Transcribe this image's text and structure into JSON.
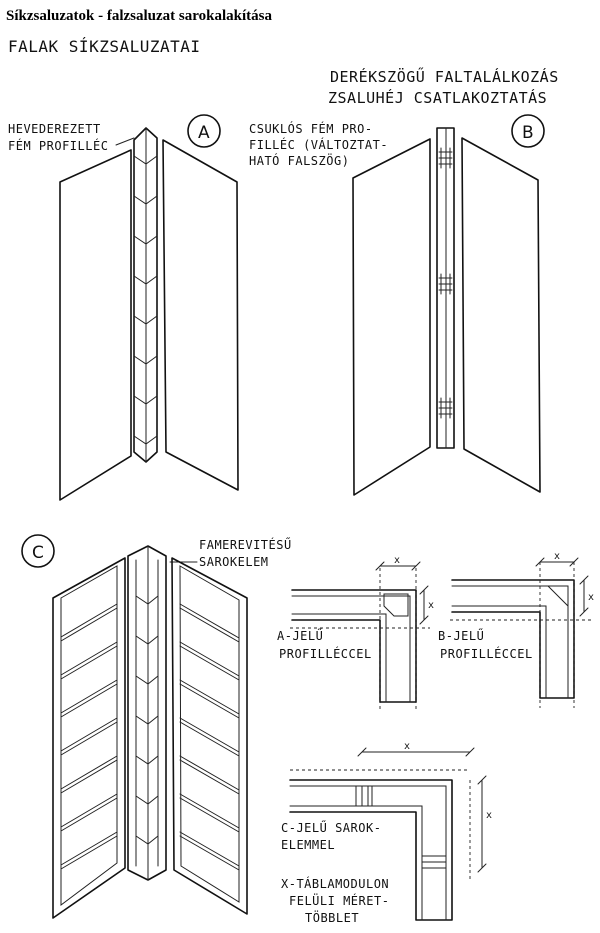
{
  "page_title": "Síkzsaluzatok - falzsaluzat sarokalakítása",
  "section_title": "FALAK SÍKZSALUZATAI",
  "right_heading": [
    "DERÉKSZÖGŰ FALTALÁLKOZÁS",
    "ZSALUHÉJ CSATLAKOZTATÁS"
  ],
  "panel_a": {
    "letter": "A",
    "label": [
      "HEVEDEREZETT",
      "FÉM PROFILLÉC"
    ]
  },
  "panel_b": {
    "letter": "B",
    "label": [
      "CSUKLÓS FÉM PRO-",
      "FILLÉC (VÁLTOZTAT-",
      "HATÓ FALSZÖG)"
    ]
  },
  "panel_c": {
    "letter": "C",
    "label": [
      "FAMEREVITÉSŰ",
      "SAROKELEM"
    ]
  },
  "details": {
    "a_profile": [
      "A-JELŰ",
      "PROFILLÉCCEL"
    ],
    "b_profile": [
      "B-JELŰ",
      "PROFILLÉCCEL"
    ],
    "c_corner": [
      "C-JELŰ  SAROK-",
      "ELEMMEL"
    ],
    "x_note": [
      "X-TÁBLAMODULON",
      "FELÜLI MÉRET-",
      "TÖBBLET"
    ],
    "dim_x": "x"
  }
}
